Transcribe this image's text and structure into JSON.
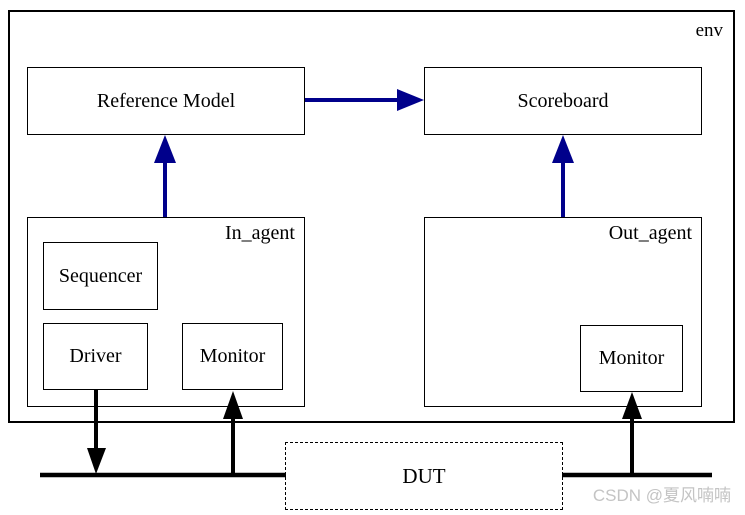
{
  "env": {
    "label": "env"
  },
  "blocks": {
    "reference_model": {
      "label": "Reference Model"
    },
    "scoreboard": {
      "label": "Scoreboard"
    },
    "in_agent": {
      "label": "In_agent"
    },
    "sequencer": {
      "label": "Sequencer"
    },
    "driver": {
      "label": "Driver"
    },
    "in_monitor": {
      "label": "Monitor"
    },
    "out_agent": {
      "label": "Out_agent"
    },
    "out_monitor": {
      "label": "Monitor"
    },
    "dut": {
      "label": "DUT"
    }
  },
  "connections": [
    {
      "from": "reference_model",
      "to": "scoreboard",
      "color": "#00008b"
    },
    {
      "from": "in_agent",
      "to": "reference_model",
      "color": "#00008b"
    },
    {
      "from": "out_agent",
      "to": "scoreboard",
      "color": "#00008b"
    },
    {
      "from": "driver",
      "to": "dut-bus",
      "color": "#000000"
    },
    {
      "from": "dut-bus",
      "to": "in_monitor",
      "color": "#000000"
    },
    {
      "from": "dut-bus",
      "to": "out_monitor",
      "color": "#000000"
    }
  ],
  "watermark": {
    "text": "CSDN @夏风喃喃"
  },
  "colors": {
    "arrow_blue": "#00008b",
    "line_black": "#000000",
    "border": "#000000",
    "background": "#ffffff",
    "watermark": "#c4c4c4"
  }
}
